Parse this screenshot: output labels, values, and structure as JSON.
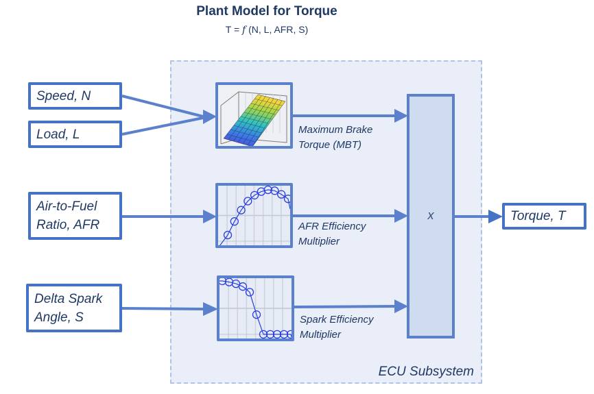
{
  "header": {
    "title": "Plant Model for Torque",
    "formula_prefix": "T = ",
    "formula_fn": "f",
    "formula_args": " (N, L, AFR, S)"
  },
  "inputs": {
    "speed": {
      "line1": "Speed, N"
    },
    "load": {
      "line1": "Load, L"
    },
    "afr": {
      "line1": "Air-to-Fuel",
      "line2": "Ratio, AFR"
    },
    "spark": {
      "line1": "Delta Spark",
      "line2": "Angle, S"
    }
  },
  "blocks": {
    "mbt": {
      "line1": "Maximum Brake",
      "line2": "Torque (MBT)",
      "icon": "3d-surface-plot-icon"
    },
    "afr_eff": {
      "line1": "AFR Efficiency",
      "line2": "Multiplier",
      "icon": "parabola-curve-plot-icon",
      "curve_points": [
        0.0,
        0.3,
        0.55,
        0.75,
        0.88,
        0.96,
        1.0,
        0.98,
        0.9,
        0.8
      ]
    },
    "spark_eff": {
      "line1": "Spark Efficiency",
      "line2": "Multiplier",
      "icon": "drop-off-curve-plot-icon",
      "curve_points": [
        1.0,
        0.98,
        0.95,
        0.9,
        0.8,
        0.4,
        0.05,
        0.05,
        0.05,
        0.05,
        0.05
      ]
    },
    "multiply": {
      "symbol": "x"
    }
  },
  "subsystem": {
    "label": "ECU Subsystem"
  },
  "output": {
    "label": "Torque, T"
  },
  "colors": {
    "accent": "#4472c4",
    "line": "#5b80cc",
    "text": "#1f3864",
    "subsystem_fill": "#e9eef8",
    "subsystem_border": "#afc3e6",
    "multiply_fill": "#cfdcf0",
    "plot_marker": "#2a3fe0"
  }
}
